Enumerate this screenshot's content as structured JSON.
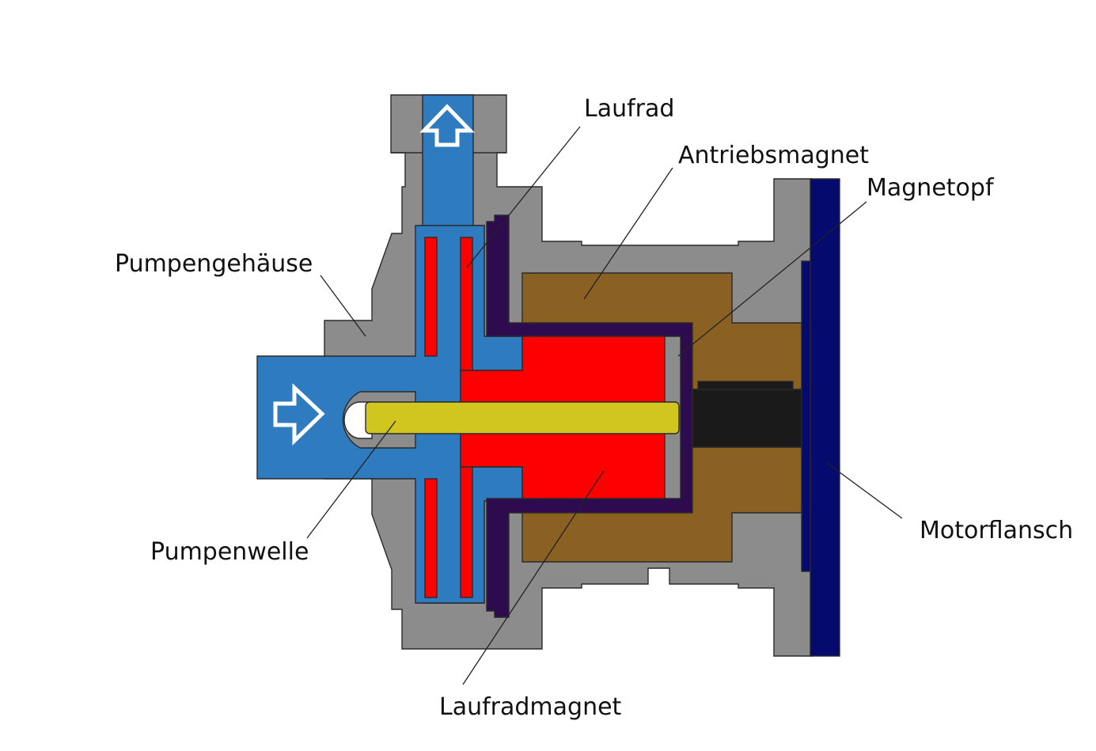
{
  "labels": {
    "laufrad": "Laufrad",
    "antriebsmagnet": "Antriebsmagnet",
    "magnetopf": "Magnetopf",
    "pumpengehaeuse": "Pumpengehäuse",
    "pumpenwelle": "Pumpenwelle",
    "motorflansch": "Motorflansch",
    "laufradmagnet": "Laufradmagnet"
  },
  "colors": {
    "housing": "#8c8c8c",
    "fluid": "#2e7cbf",
    "impeller": "#ff0000",
    "drive_magnet": "#8b6023",
    "magnet_pot": "#2e0b4f",
    "shaft": "#d1c51f",
    "motor_flange": "#050a6e",
    "motor_shaft": "#1a1a1a"
  }
}
